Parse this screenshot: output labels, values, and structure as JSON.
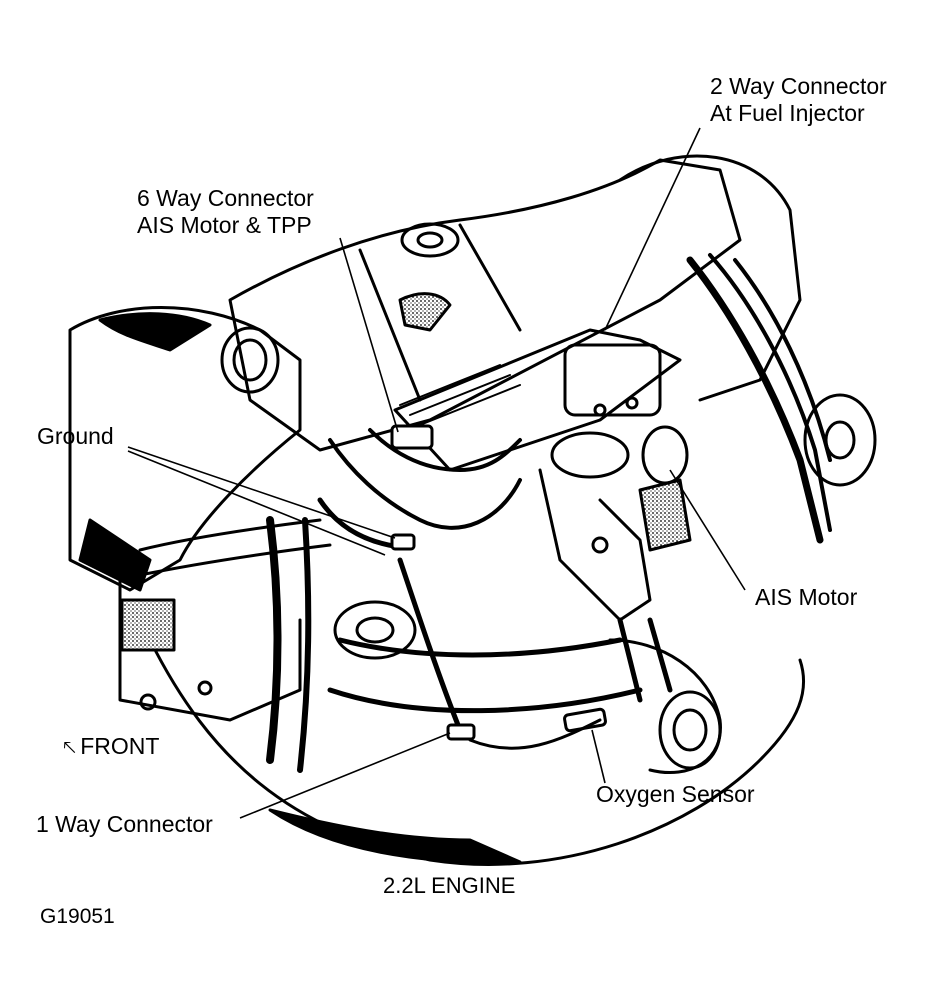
{
  "labels": {
    "fuel_injector_connector": {
      "line1": "2 Way Connector",
      "line2": "At Fuel Injector"
    },
    "ais_tpp_connector": {
      "line1": "6 Way Connector",
      "line2": "AIS Motor & TPP"
    },
    "ground": "Ground",
    "ais_motor": "AIS Motor",
    "front": "FRONT",
    "one_way_connector": "1 Way Connector",
    "oxygen_sensor": "Oxygen Sensor"
  },
  "caption": "2.2L ENGINE",
  "figure_code": "G19051"
}
